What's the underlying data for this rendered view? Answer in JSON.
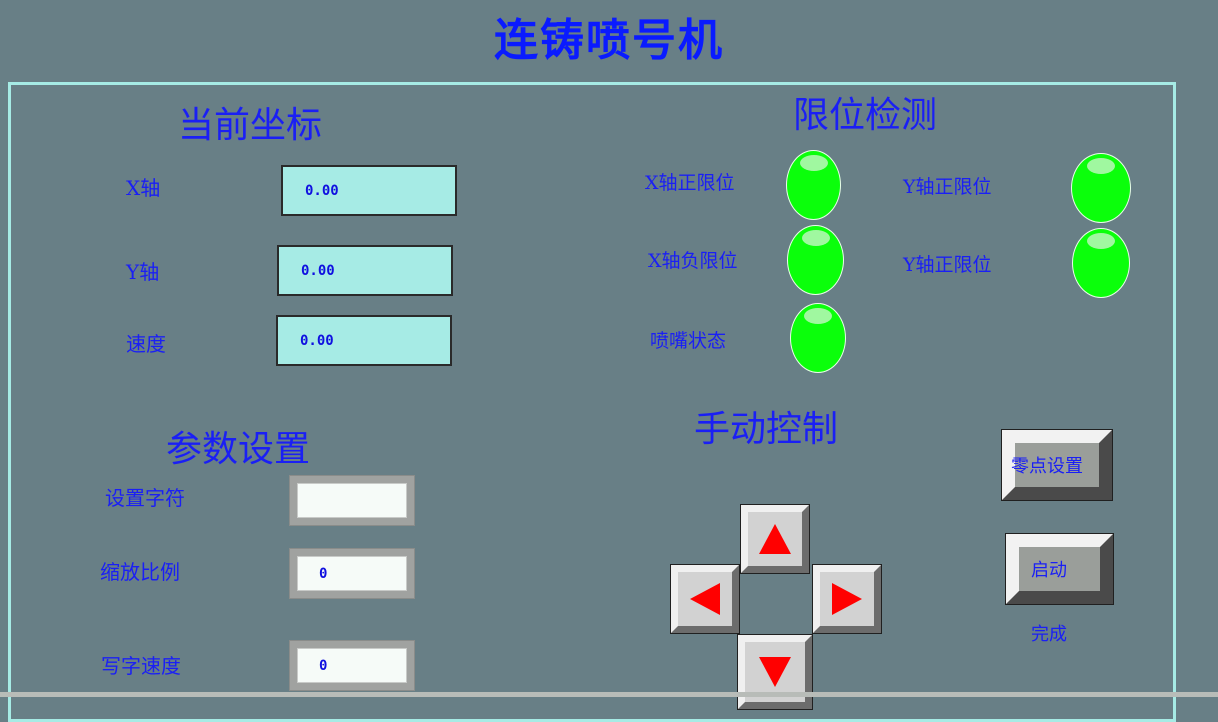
{
  "header": {
    "title": "连铸喷号机"
  },
  "coordinates": {
    "title": "当前坐标",
    "rows": [
      {
        "label": "X轴",
        "value": "0.00"
      },
      {
        "label": "Y轴",
        "value": "0.00"
      },
      {
        "label": "速度",
        "value": "0.00"
      }
    ]
  },
  "limits": {
    "title": "限位检测",
    "indicators": [
      {
        "label": "X轴正限位",
        "state": "on"
      },
      {
        "label": "X轴负限位",
        "state": "on"
      },
      {
        "label": "喷嘴状态",
        "state": "on"
      },
      {
        "label": "Y轴正限位",
        "state": "on"
      },
      {
        "label": "Y轴正限位",
        "state": "on"
      }
    ],
    "on_color": "#0bff0b"
  },
  "params": {
    "title": "参数设置",
    "rows": [
      {
        "label": "设置字符",
        "value": ""
      },
      {
        "label": "缩放比例",
        "value": "0"
      },
      {
        "label": "写字速度",
        "value": "0"
      }
    ]
  },
  "manual": {
    "title": "手动控制",
    "arrows": [
      "up",
      "left",
      "right",
      "down"
    ],
    "zero_button": "零点设置",
    "start_button": "启动",
    "status": "完成"
  },
  "colors": {
    "background": "#687f86",
    "text": "#1a1ff5",
    "frame": "#a6ebe5",
    "arrow": "#ff0000"
  }
}
